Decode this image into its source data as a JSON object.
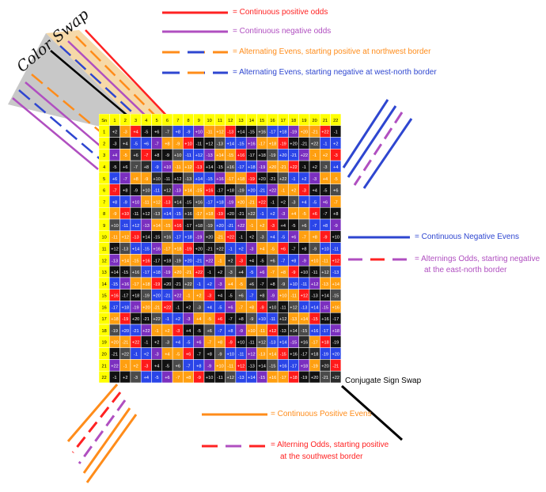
{
  "legend": {
    "red_solid": "= Continuous  positive odds",
    "magenta_solid": "= Continuous  negative odds",
    "orange_dashed": "= Alternating Evens, starting positive at northwest border",
    "blue_dashed": "= Alternating Evens, starting negative at  west-north  border",
    "blue_solid": "= Continuous Negative Evens",
    "magenta_dashed_line1": "= Alternings Odds, starting negative",
    "magenta_dashed_line2": "at the east-north border",
    "black_solid": "Conjugate Sign Swap",
    "orange_solid": "= Continuous Positive Evens",
    "red_dashed_line1": "= Alterning Odds, starting positive",
    "red_dashed_line2": "at the southwest border"
  },
  "handwritten": "Color Swap",
  "grid": {
    "size": 22,
    "corner_label": "Sn"
  },
  "colors": {
    "header": "#ffff00",
    "black": "#111111",
    "red": "#ff1a1a",
    "orange": "#ff9f10",
    "purple": "#7b2fbf",
    "blue": "#2a45e8",
    "gray": "#4a4a4a",
    "diag": "#2a2a2a",
    "orange_band": "#f6d9a8",
    "gray_band": "#c8c8c8"
  }
}
